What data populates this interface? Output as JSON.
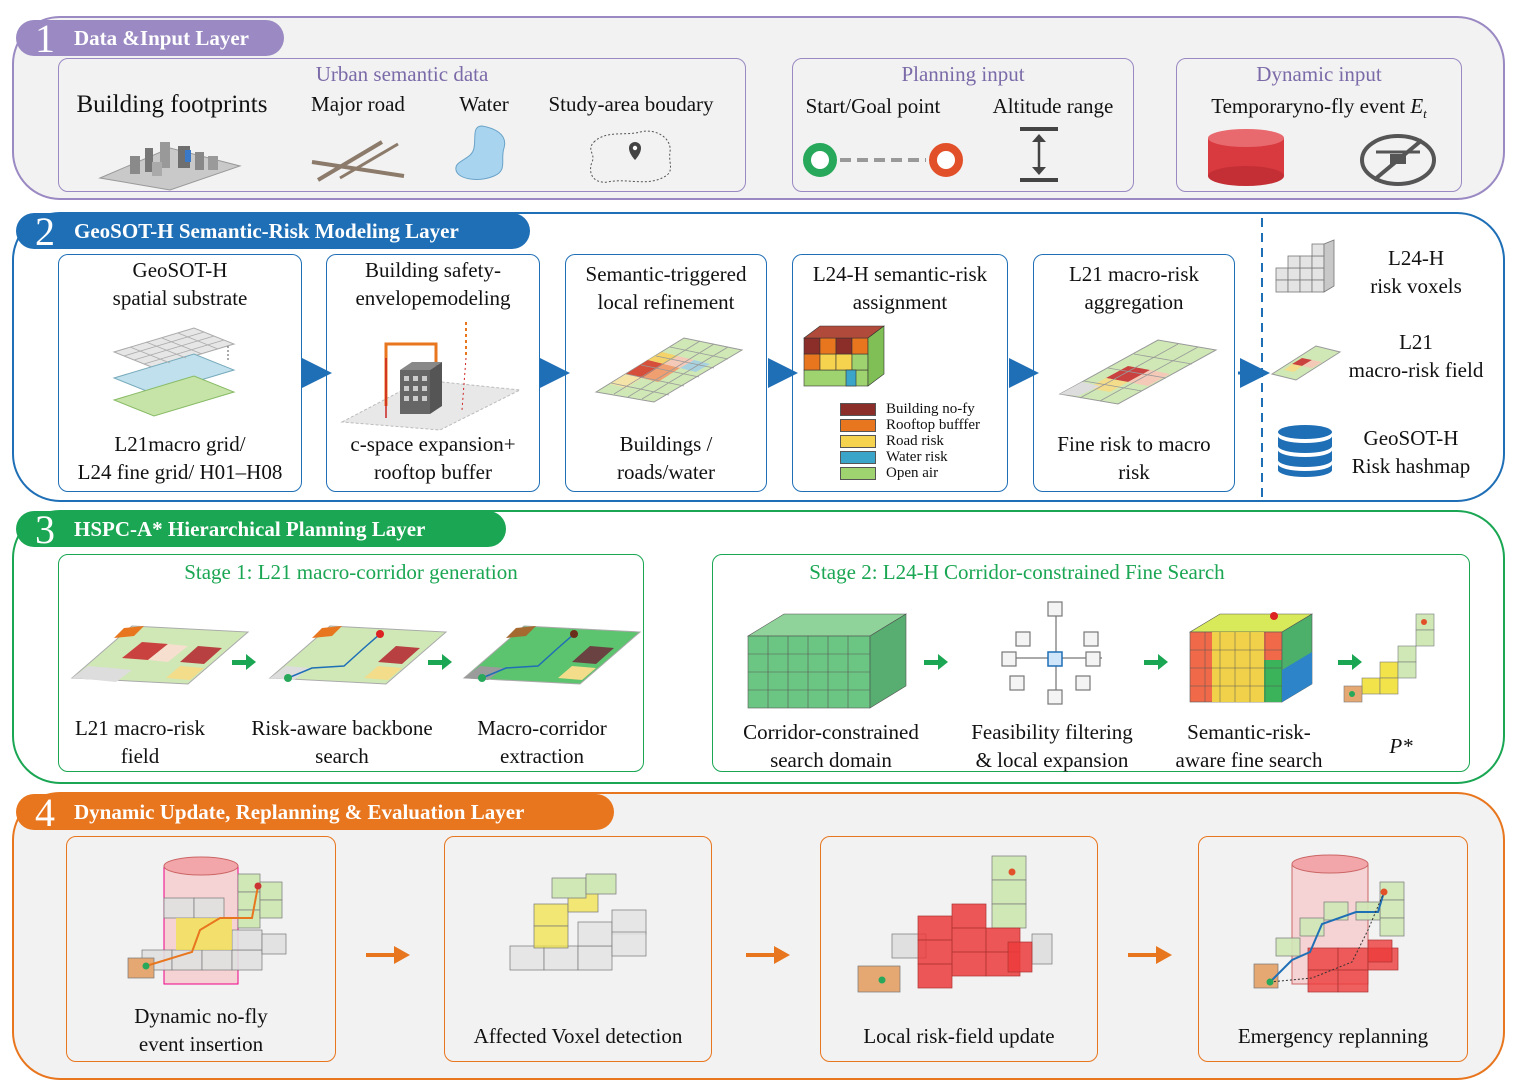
{
  "colors": {
    "layer1": "#9a89c2",
    "layer2": "#1f6fb6",
    "layer3": "#1aa653",
    "layer4": "#e8761e",
    "risk_building": "#8b2e2a",
    "risk_rooftop": "#e8761e",
    "risk_road": "#f5d34e",
    "risk_water": "#3ba4c9",
    "risk_open": "#9fd36f"
  },
  "layer1": {
    "num": "1",
    "title": "Data &Input Layer",
    "urban": {
      "title": "Urban semantic data",
      "items": [
        "Building footprints",
        "Major road",
        "Water",
        "Study-area boudary"
      ]
    },
    "planning": {
      "title": "Planning input",
      "items": [
        "Start/Goal point",
        "Altitude range"
      ]
    },
    "dynamic": {
      "title": "Dynamic input",
      "item": "Temporaryno-fly event",
      "event_symbol": "E",
      "event_sub": "t"
    }
  },
  "layer2": {
    "num": "2",
    "title": "GeoSOT-H Semantic-Risk Modeling Layer",
    "boxes": [
      {
        "title1": "GeoSOT-H",
        "title2": "spatial substrate",
        "foot1": "L21macro grid/",
        "foot2": "L24 fine grid/ H01–H08"
      },
      {
        "title1": "Building safety-",
        "title2": "envelopemodeling",
        "foot1": "c-space expansion+",
        "foot2": "rooftop buffer"
      },
      {
        "title1": "Semantic-triggered",
        "title2": "local refinement",
        "foot1": "Buildings /",
        "foot2": "roads/water"
      },
      {
        "title1": "L24-H semantic-risk",
        "title2": "assignment",
        "foot1": "",
        "foot2": ""
      },
      {
        "title1": "L21 macro-risk",
        "title2": "aggregation",
        "foot1": "Fine risk to macro",
        "foot2": "risk"
      }
    ],
    "legend": [
      "Building no-fy",
      "Rooftop bufffer",
      "Road risk",
      "Water risk",
      "Open air"
    ],
    "outputs": [
      {
        "l1": "L24-H",
        "l2": "risk voxels"
      },
      {
        "l1": "L21",
        "l2": "macro-risk field"
      },
      {
        "l1": "GeoSOT-H",
        "l2": "Risk hashmap"
      }
    ]
  },
  "layer3": {
    "num": "3",
    "title": "HSPC-A* Hierarchical Planning Layer",
    "stage1": {
      "title": "Stage 1: L21 macro-corridor generation",
      "steps": [
        {
          "l1": "L21 macro-risk",
          "l2": "field"
        },
        {
          "l1": "Risk-aware backbone",
          "l2": "search"
        },
        {
          "l1": "Macro-corridor",
          "l2": "extraction"
        }
      ]
    },
    "stage2": {
      "title": "Stage 2: L24-H Corridor-constrained Fine Search",
      "steps": [
        {
          "l1": "Corridor-constrained",
          "l2": "search domain"
        },
        {
          "l1": "Feasibility filtering",
          "l2": "& local expansion"
        },
        {
          "l1": "Semantic-risk-",
          "l2": "aware fine search"
        }
      ],
      "result": "P*"
    }
  },
  "layer4": {
    "num": "4",
    "title": "Dynamic Update, Replanning & Evaluation Layer",
    "steps": [
      {
        "l1": "Dynamic no-fly",
        "l2": "event insertion"
      },
      {
        "l1": "Affected Voxel detection",
        "l2": ""
      },
      {
        "l1": "Local risk-field update",
        "l2": ""
      },
      {
        "l1": "Emergency replanning",
        "l2": ""
      }
    ]
  }
}
